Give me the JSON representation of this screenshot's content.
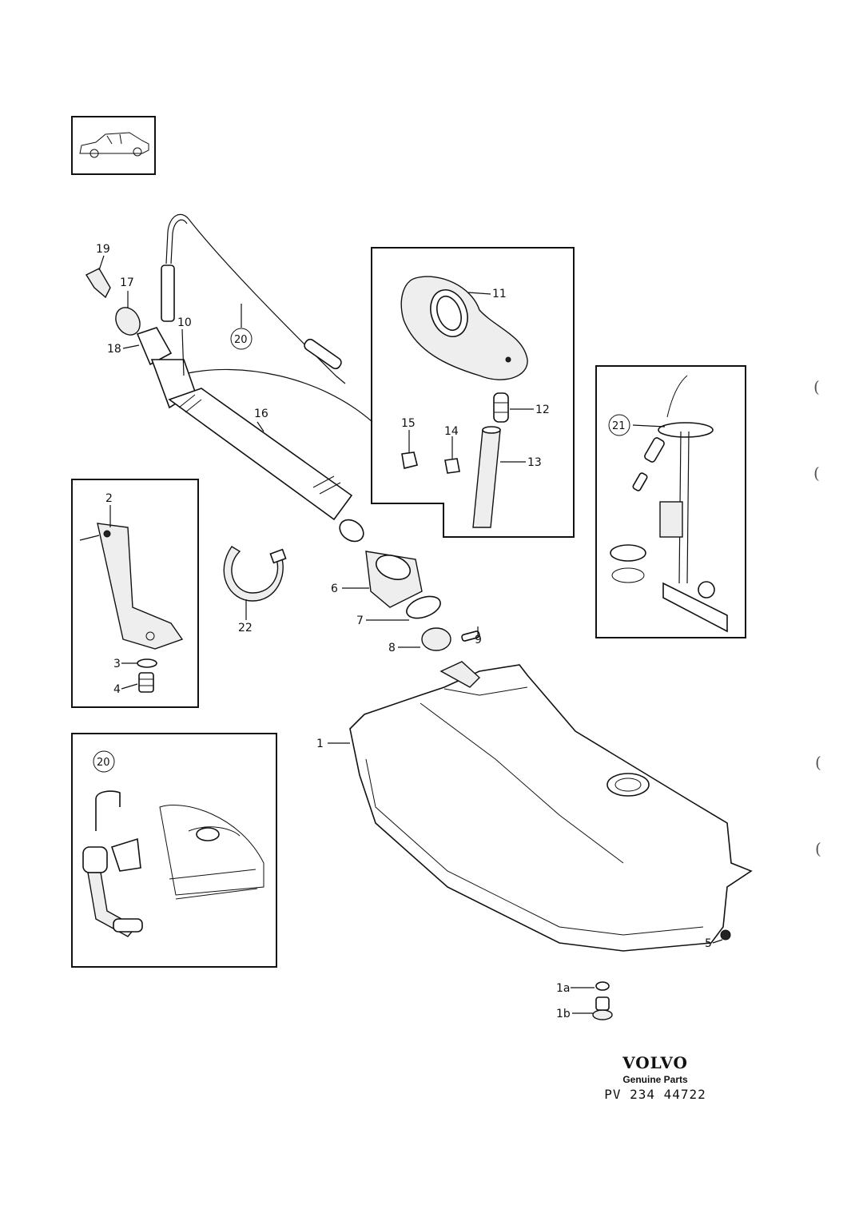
{
  "labels": {
    "l1": "1",
    "l1a": "1a",
    "l1b": "1b",
    "l2": "2",
    "l3": "3",
    "l4": "4",
    "l5": "5",
    "l6": "6",
    "l7": "7",
    "l8": "8",
    "l9": "9",
    "l10": "10",
    "l11": "11",
    "l12": "12",
    "l13": "13",
    "l14": "14",
    "l15": "15",
    "l16": "16",
    "l17": "17",
    "l18": "18",
    "l19": "19",
    "l20": "20",
    "l20b": "20",
    "l21": "21",
    "l22": "22"
  },
  "brand": {
    "logo": "VOLVO",
    "subtitle": "Genuine Parts",
    "code": "PV 234 44722"
  },
  "margin_marks": [
    "(",
    "(",
    "(",
    "("
  ]
}
